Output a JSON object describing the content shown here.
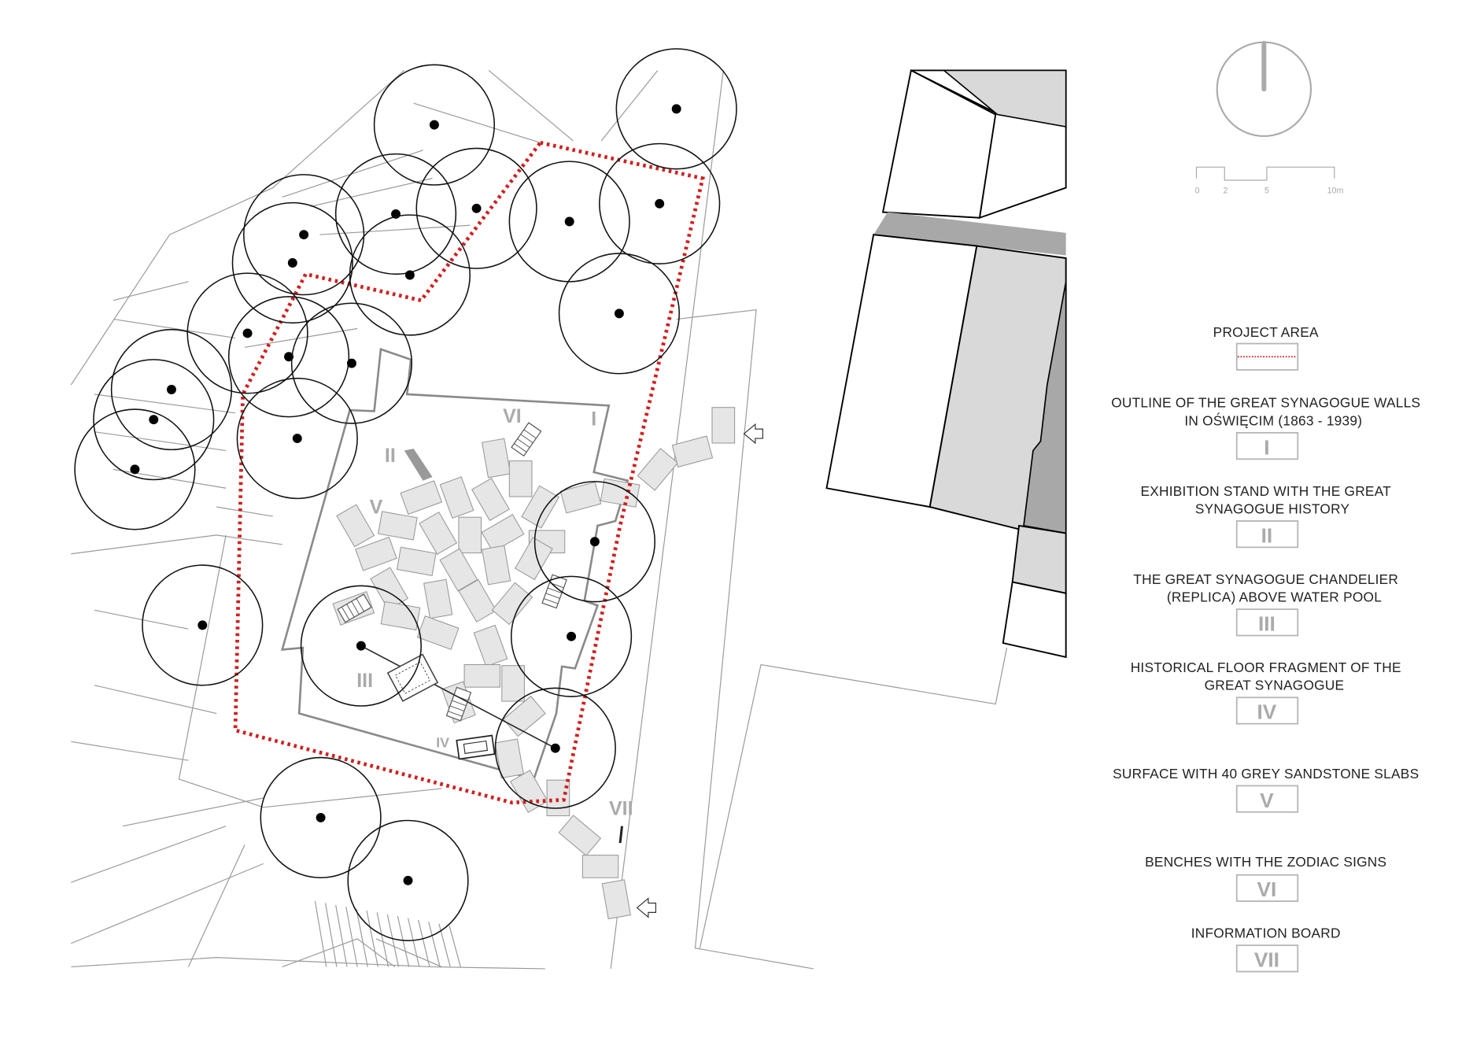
{
  "scale_bar": {
    "labels": [
      "0",
      "2",
      "5",
      "10m"
    ]
  },
  "map_labels": {
    "I": "I",
    "II": "II",
    "III": "III",
    "IV": "IV",
    "V": "V",
    "VI": "VI",
    "VII": "VII"
  },
  "legend": [
    {
      "lines": [
        "PROJECT AREA"
      ],
      "symbol": ""
    },
    {
      "lines": [
        "OUTLINE OF THE GREAT SYNAGOGUE WALLS",
        "IN OŚWIĘCIM (1863 - 1939)"
      ],
      "symbol": "I"
    },
    {
      "lines": [
        "EXHIBITION STAND WITH THE GREAT",
        "SYNAGOGUE HISTORY"
      ],
      "symbol": "II"
    },
    {
      "lines": [
        "THE GREAT SYNAGOGUE CHANDELIER",
        "(REPLICA) ABOVE WATER POOL"
      ],
      "symbol": "III"
    },
    {
      "lines": [
        "HISTORICAL FLOOR FRAGMENT OF THE",
        "GREAT SYNAGOGUE"
      ],
      "symbol": "IV"
    },
    {
      "lines": [
        "SURFACE WITH 40 GREY SANDSTONE SLABS"
      ],
      "symbol": "V"
    },
    {
      "lines": [
        "BENCHES WITH THE ZODIAC SIGNS"
      ],
      "symbol": "VI"
    },
    {
      "lines": [
        "INFORMATION BOARD"
      ],
      "symbol": "VII"
    }
  ],
  "colors": {
    "project_area": "#d0201e",
    "outline": "#8a8a8a",
    "slab": "#e6e6e6",
    "building_shade": "#d9d9d9",
    "building_dark": "#a8a8a8"
  }
}
